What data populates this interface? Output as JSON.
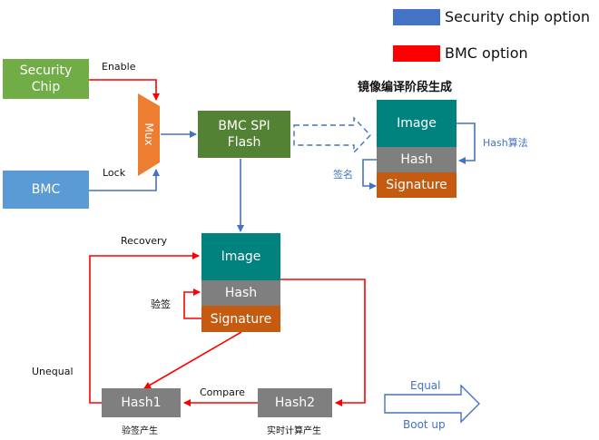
{
  "legend": {
    "security_chip": {
      "label": "Security chip option",
      "color": "#4472c4"
    },
    "bmc": {
      "label": "BMC option",
      "color": "#ff0000"
    }
  },
  "nodes": {
    "security_chip": {
      "label": "Security\nChip",
      "color": "#70ad47"
    },
    "bmc": {
      "label": "BMC",
      "color": "#5b9bd5"
    },
    "mux": {
      "label": "Mux",
      "color": "#ed7d31"
    },
    "flash": {
      "label": "BMC SPI\nFlash",
      "color": "#548235"
    },
    "build_stack": {
      "title": "镜像编译阶段生成",
      "image": "Image",
      "hash": "Hash",
      "signature": "Signature"
    },
    "runtime_stack": {
      "image": "Image",
      "hash": "Hash",
      "signature": "Signature"
    },
    "hash1": {
      "label": "Hash1",
      "caption": "验签产生"
    },
    "hash2": {
      "label": "Hash2",
      "caption": "实时计算产生"
    }
  },
  "stack_colors": {
    "image": "#00827f",
    "hash": "#7f7f7f",
    "signature": "#c55a11"
  },
  "edge_labels": {
    "enable": "Enable",
    "lock": "Lock",
    "hash_algo": "Hash算法",
    "sign": "签名",
    "recovery": "Recovery",
    "verify": "验签",
    "unequal": "Unequal",
    "compare": "Compare",
    "equal": "Equal",
    "boot_up": "Boot up"
  }
}
